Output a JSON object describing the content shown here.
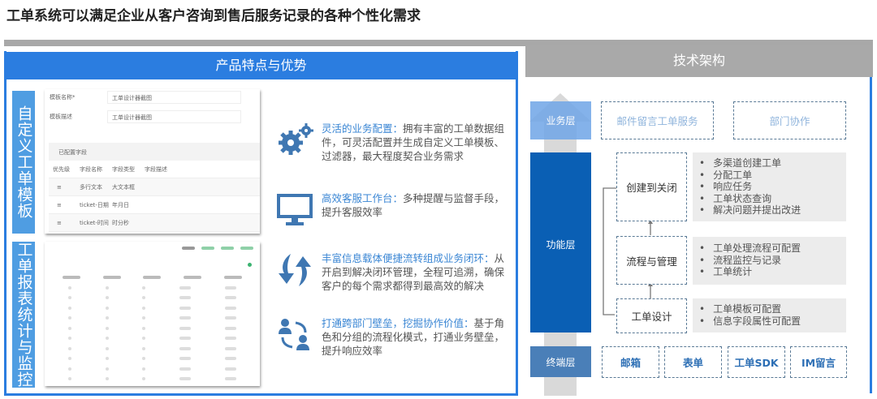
{
  "title": "工单系统可以满足企业从客户咨询到售后服务记录的各种个性化需求",
  "left": {
    "header": "产品特点与优势",
    "label_top": "自定义工单模板",
    "label_bottom": "工单报表统计与监控",
    "form": {
      "name_label": "模板名称*",
      "name_value": "工单设计器截图",
      "desc_label": "模板描述",
      "desc_value": "工单设计器截图",
      "section": "已配置字段",
      "columns": [
        "优先级",
        "字段名称",
        "字段类型",
        "字段描述"
      ],
      "rows": [
        [
          "≡",
          "多行文本",
          "大文本框"
        ],
        [
          "≡",
          "ticket-日期",
          "年月日"
        ],
        [
          "≡",
          "ticket-时间",
          "时分秒"
        ]
      ]
    },
    "features": [
      {
        "icon": "gears-icon",
        "highlight": "灵活的业务配置：",
        "text": "拥有丰富的工单数据组件，可灵活配置并生成自定义工单模板、过滤器，最大程度契合业务需求"
      },
      {
        "icon": "monitor-icon",
        "highlight": "高效客服工作台：",
        "text": "多种提醒与监督手段，提升客服效率"
      },
      {
        "icon": "cycle-arrows-icon",
        "highlight": "丰富信息载体便捷流转组成业务闭环：",
        "text": "从开启到解决闭环管理，全程可追溯，确保客户的每个需求都得到最高效的解决"
      },
      {
        "icon": "users-exchange-icon",
        "highlight": "打通跨部门壁垒，挖掘协作价值：",
        "text": "基于角色和分组的流程化模式，打通业务壁垒，提升响应效率"
      }
    ]
  },
  "right": {
    "header": "技术架构",
    "layers": {
      "business": "业务层",
      "function": "功能层",
      "terminal": "终端层"
    },
    "business_boxes": [
      "邮件留言工单服务",
      "部门协作"
    ],
    "function_blocks": [
      {
        "name": "创建到关闭",
        "items": [
          "多渠道创建工单",
          "分配工单",
          "响应任务",
          "工单状态查询",
          "解决问题并提出改进"
        ]
      },
      {
        "name": "流程与管理",
        "items": [
          "工单处理流程可配置",
          "流程监控与记录",
          "工单统计"
        ]
      },
      {
        "name": "工单设计",
        "items": [
          "工单模板可配置",
          "信息字段属性可配置"
        ]
      }
    ],
    "terminal_boxes": [
      "邮箱",
      "表单",
      "工单SDK",
      "IM留言"
    ]
  },
  "colors": {
    "accent": "#2b7de0",
    "dark_blue": "#0a5fb4",
    "gray": "#a9a9a9"
  }
}
